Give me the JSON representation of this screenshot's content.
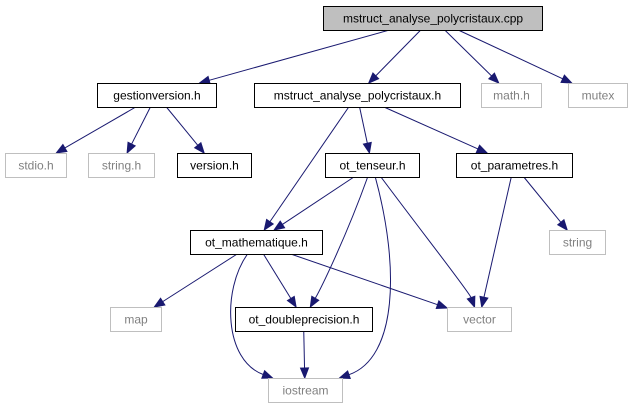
{
  "diagram": {
    "colors": {
      "edge": "#191970",
      "root_fill": "#bfbfbf",
      "documented_border": "#000000",
      "external_border": "#bfbfbf",
      "documented_text": "#000000",
      "external_text": "#808080"
    },
    "nodes": [
      {
        "id": "root",
        "label": "mstruct_analyse_polycristaux.cpp",
        "kind": "root"
      },
      {
        "id": "gestionversion",
        "label": "gestionversion.h",
        "kind": "documented"
      },
      {
        "id": "mstruct_h",
        "label": "mstruct_analyse_polycristaux.h",
        "kind": "documented"
      },
      {
        "id": "math",
        "label": "math.h",
        "kind": "external"
      },
      {
        "id": "mutex",
        "label": "mutex",
        "kind": "external"
      },
      {
        "id": "stdio",
        "label": "stdio.h",
        "kind": "external"
      },
      {
        "id": "string_h",
        "label": "string.h",
        "kind": "external"
      },
      {
        "id": "version",
        "label": "version.h",
        "kind": "documented"
      },
      {
        "id": "ot_tenseur",
        "label": "ot_tenseur.h",
        "kind": "documented"
      },
      {
        "id": "ot_parametres",
        "label": "ot_parametres.h",
        "kind": "documented"
      },
      {
        "id": "ot_mathematique",
        "label": "ot_mathematique.h",
        "kind": "documented"
      },
      {
        "id": "string",
        "label": "string",
        "kind": "external"
      },
      {
        "id": "map",
        "label": "map",
        "kind": "external"
      },
      {
        "id": "ot_doubleprecision",
        "label": "ot_doubleprecision.h",
        "kind": "documented"
      },
      {
        "id": "vector",
        "label": "vector",
        "kind": "external"
      },
      {
        "id": "iostream",
        "label": "iostream",
        "kind": "external"
      }
    ],
    "edges": [
      [
        "root",
        "gestionversion"
      ],
      [
        "root",
        "mstruct_h"
      ],
      [
        "root",
        "math"
      ],
      [
        "root",
        "mutex"
      ],
      [
        "gestionversion",
        "stdio"
      ],
      [
        "gestionversion",
        "string_h"
      ],
      [
        "gestionversion",
        "version"
      ],
      [
        "mstruct_h",
        "ot_mathematique"
      ],
      [
        "mstruct_h",
        "ot_tenseur"
      ],
      [
        "mstruct_h",
        "ot_parametres"
      ],
      [
        "ot_tenseur",
        "ot_mathematique"
      ],
      [
        "ot_tenseur",
        "ot_doubleprecision"
      ],
      [
        "ot_tenseur",
        "vector"
      ],
      [
        "ot_tenseur",
        "iostream"
      ],
      [
        "ot_parametres",
        "vector"
      ],
      [
        "ot_parametres",
        "string"
      ],
      [
        "ot_mathematique",
        "map"
      ],
      [
        "ot_mathematique",
        "ot_doubleprecision"
      ],
      [
        "ot_mathematique",
        "vector"
      ],
      [
        "ot_mathematique",
        "iostream"
      ],
      [
        "ot_doubleprecision",
        "iostream"
      ]
    ]
  }
}
